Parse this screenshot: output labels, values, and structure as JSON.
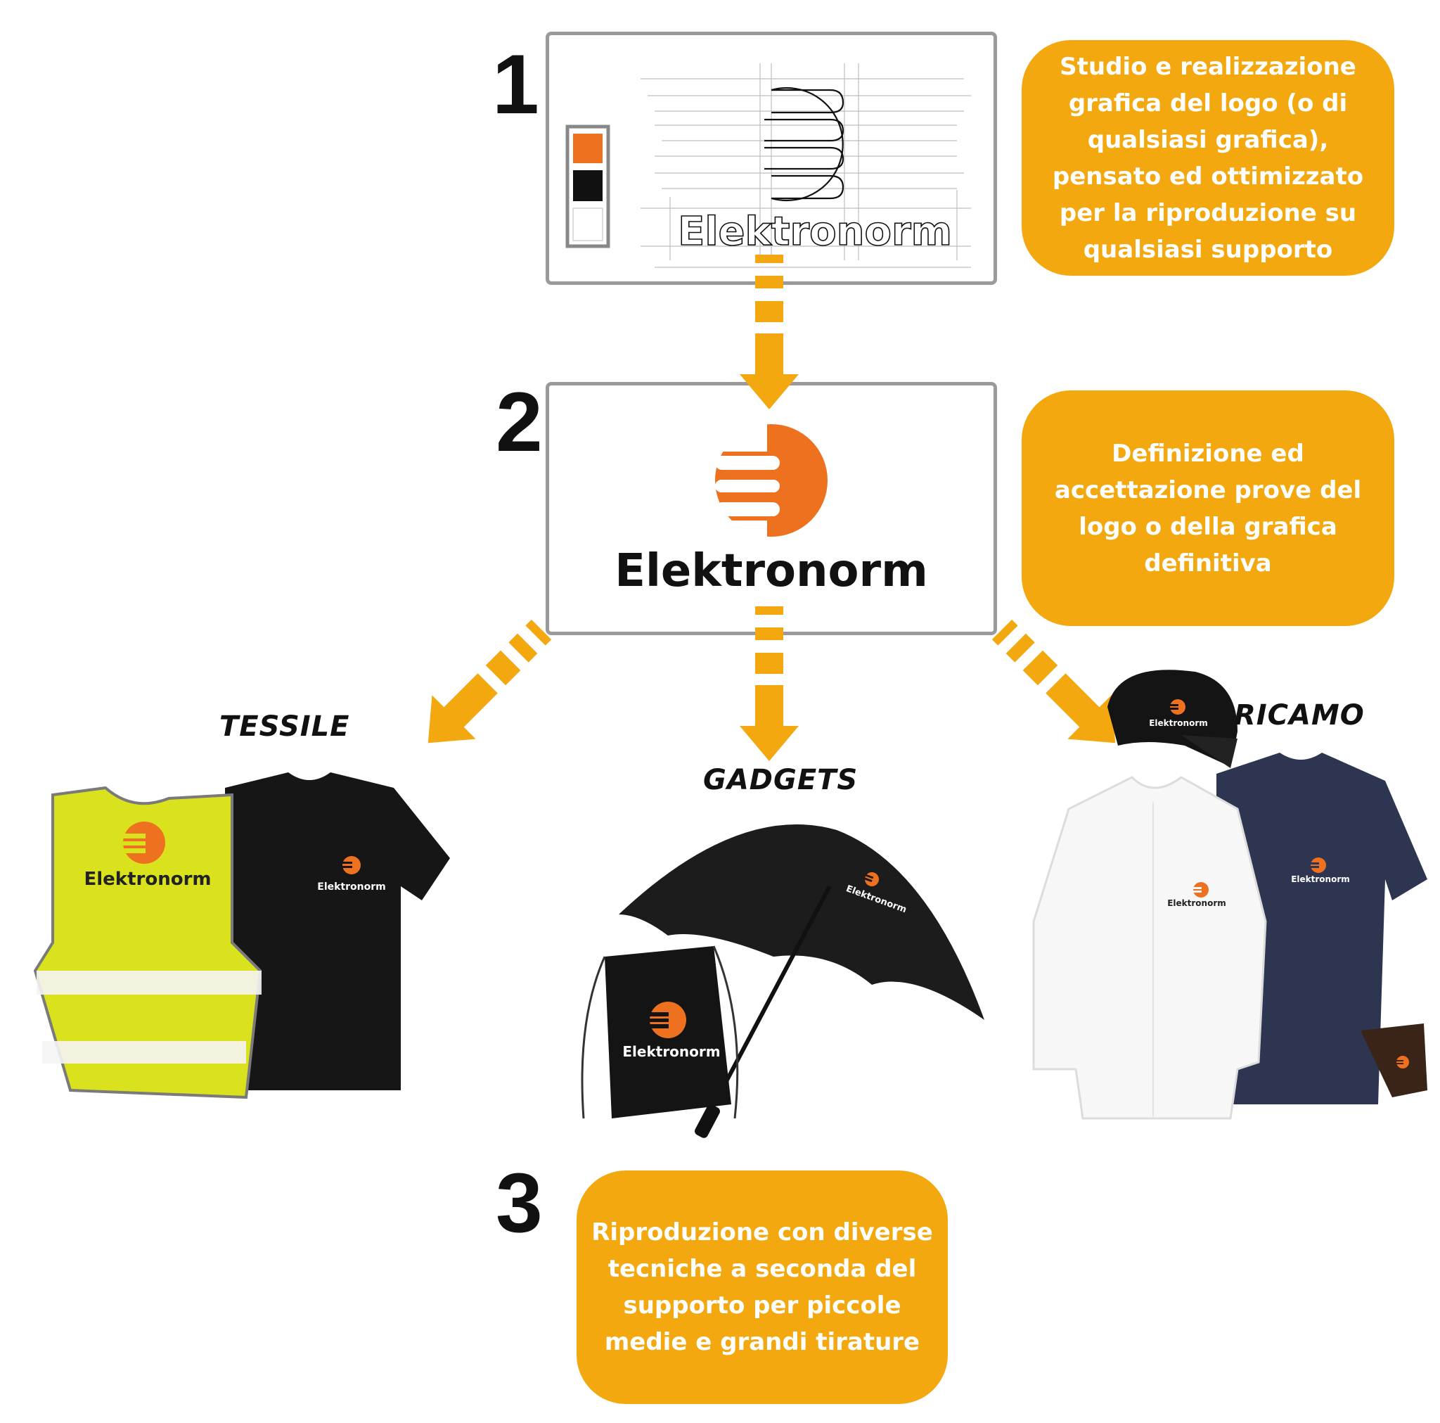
{
  "steps": {
    "one": "1",
    "two": "2",
    "three": "3"
  },
  "brand": {
    "name": "Elektronorm",
    "name_tm": "Elektronorm",
    "orange": "#ee7120",
    "black": "#111111",
    "white": "#ffffff"
  },
  "bubbles": {
    "step1": "Studio e realizzazione grafica del logo (o di qualsiasi grafica), pensato ed ottimizzato per la riproduzione su qualsiasi supporto",
    "step2": "Definizione ed accettazione prove del logo o della grafica definitiva",
    "step3": "Riproduzione con diverse tecniche a seconda del supporto per piccole medie e grandi tirature"
  },
  "categories": {
    "textile": "TESSILE",
    "gadgets": "GADGETS",
    "embroidery": "RICAMO"
  },
  "colors": {
    "arrow": "#f2a80e",
    "bubble": "#f2a80e",
    "card_border": "#9a9a9a",
    "vest": "#d9e21c",
    "navy": "#2d3550"
  }
}
